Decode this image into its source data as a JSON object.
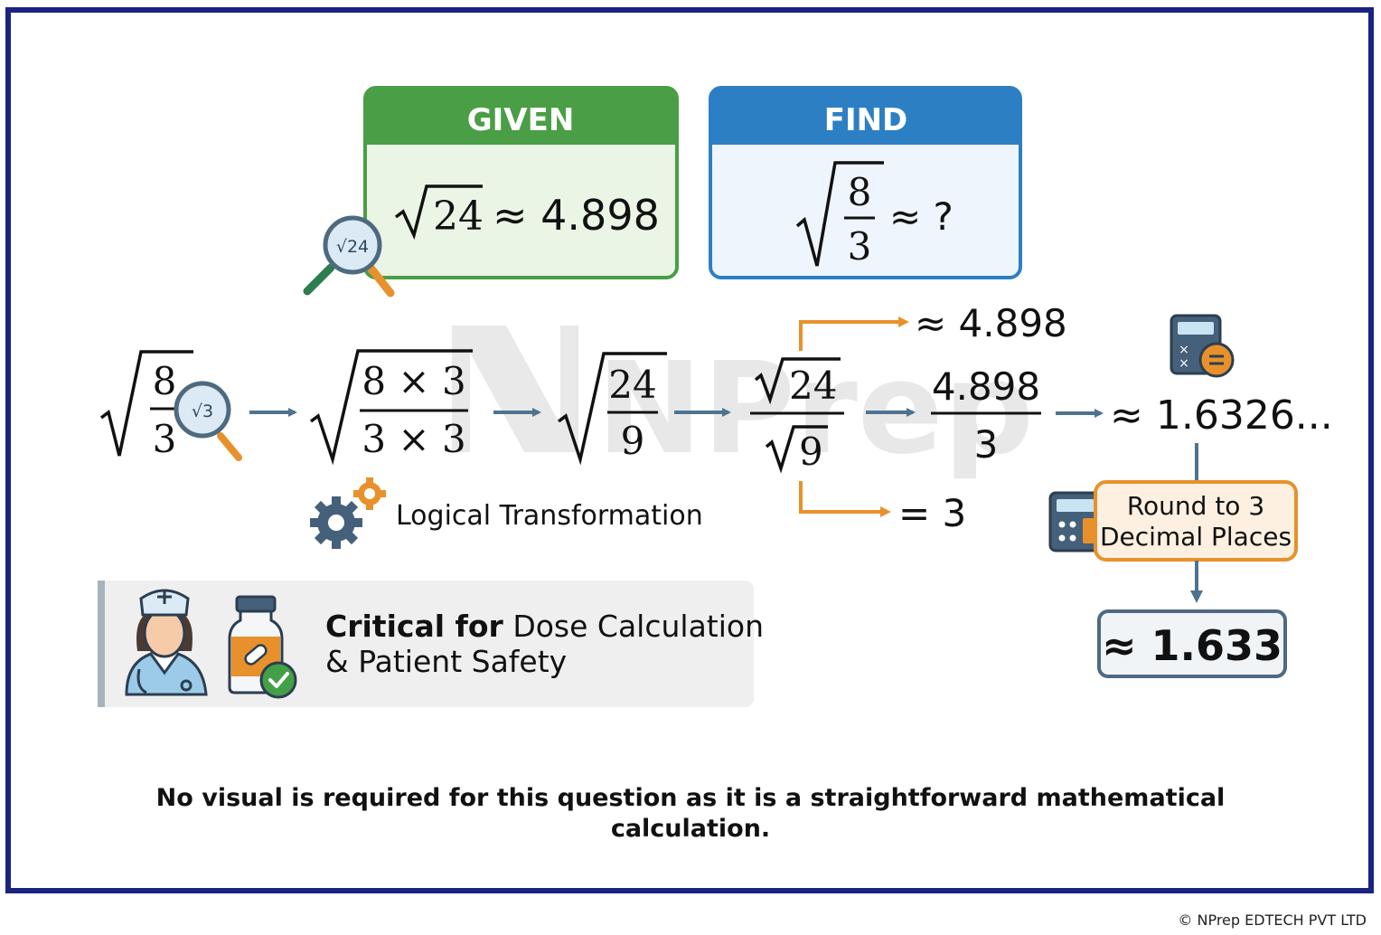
{
  "colors": {
    "frame": "#1a237e",
    "given_header": "#4a9e45",
    "given_body": "#eaf5e6",
    "find_header": "#2d7fc4",
    "find_body": "#eef5fc",
    "arrow": "#4e7391",
    "orange": "#e8912c",
    "round_box_fill": "#fdf0e0",
    "result_fill": "#f0f4f7",
    "result_border": "#4e6a80",
    "note_fill": "#efefef",
    "text": "#111111"
  },
  "given": {
    "title": "GIVEN",
    "radicand": "24",
    "rhs": "≈ 4.898",
    "icon_label": "√24"
  },
  "find": {
    "title": "FIND",
    "numerator": "8",
    "denominator": "3",
    "rhs": "≈ ?"
  },
  "steps": {
    "s1": {
      "numerator": "8",
      "denominator": "3",
      "icon_label": "√3"
    },
    "s2": {
      "numerator": "8 × 3",
      "denominator": "3 × 3"
    },
    "s3": {
      "numerator": "24",
      "denominator": "9"
    },
    "s4": {
      "numerator": "24",
      "denominator": "9"
    },
    "s5": {
      "numerator": "4.898",
      "denominator": "3"
    },
    "s6": {
      "value": "≈ 1.6326..."
    }
  },
  "branch_top": "≈ 4.898",
  "branch_bottom": "= 3",
  "transformation_label": "Logical Transformation",
  "round": {
    "line1": "Round to 3",
    "line2": "Decimal Places"
  },
  "result": "≈ 1.633",
  "note": {
    "bold": "Critical for",
    "rest_line1": " Dose Calculation",
    "line2": "& Patient Safety"
  },
  "footer": {
    "line1": "No visual is required for this question as it is a straightforward mathematical",
    "line2": "calculation."
  },
  "watermark": "NPrep",
  "copyright": "© NPrep EDTECH PVT LTD"
}
